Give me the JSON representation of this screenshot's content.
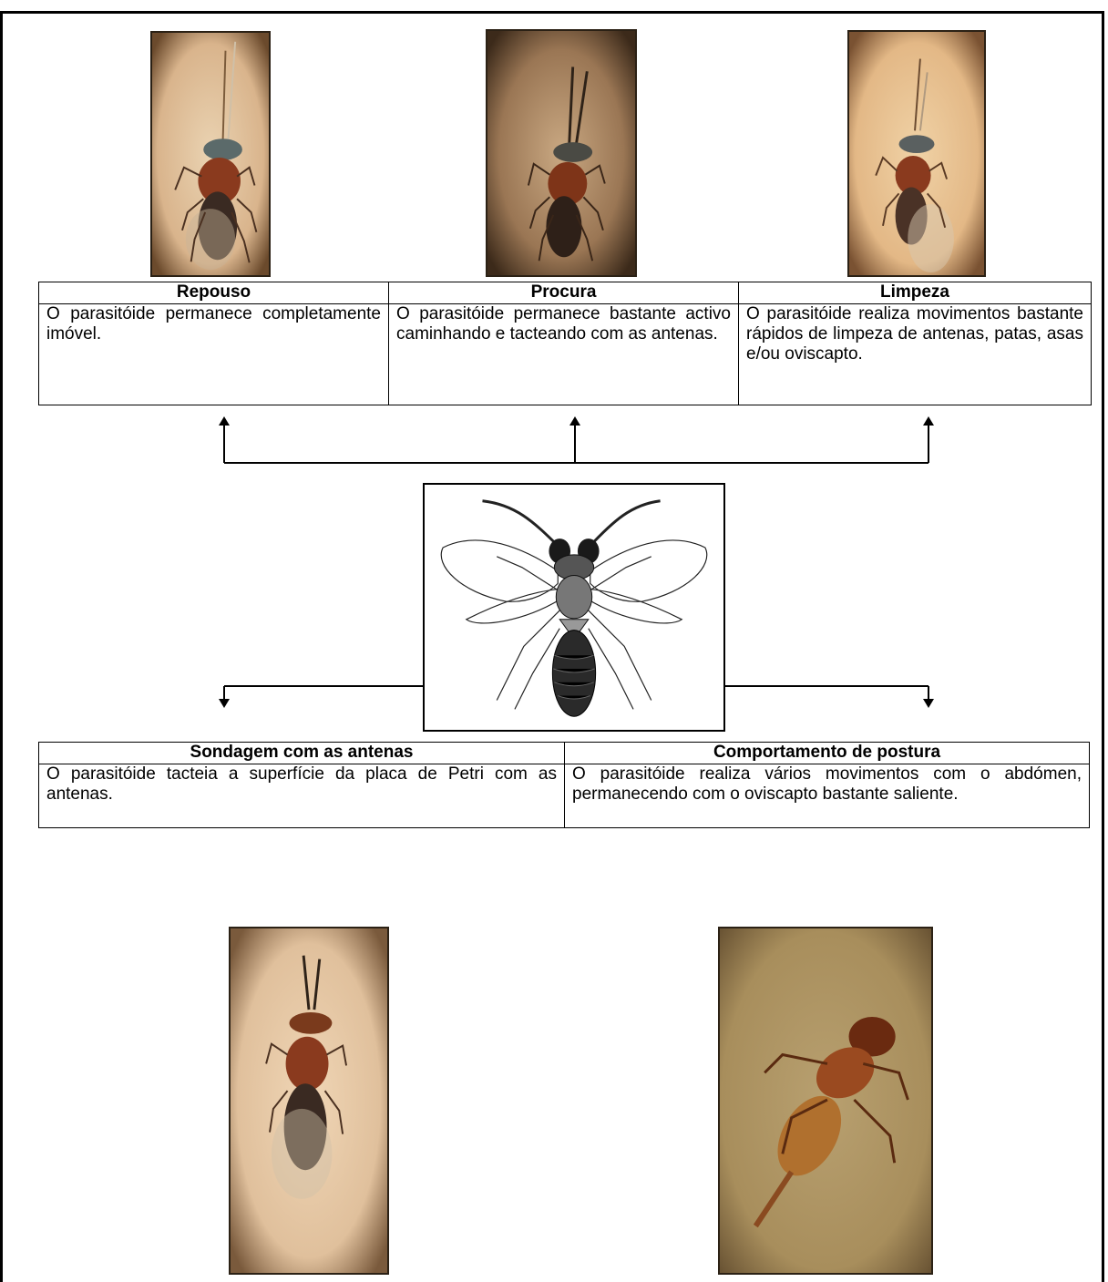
{
  "top_behaviours": [
    {
      "title": "Repouso",
      "description": "O parasitóide permanece completamente imóvel."
    },
    {
      "title": "Procura",
      "description": "O parasitóide permanece bastante activo caminhando e tacteando com as antenas."
    },
    {
      "title": "Limpeza",
      "description": "O parasitóide realiza movimentos bastante rápidos de limpeza de antenas, patas, asas e/ou oviscapto."
    }
  ],
  "bottom_behaviours": [
    {
      "title": "Sondagem com as antenas",
      "description": "O parasitóide tacteia a superfície da placa de Petri com as antenas."
    },
    {
      "title": "Comportamento de postura",
      "description": "O parasitóide realiza vários movimentos com o abdómen, permanecendo com o oviscapto bastante saliente."
    }
  ],
  "colors": {
    "photo_background": "#e8c9a3",
    "photo_vignette": "#5a4028",
    "insect_body": "#8a3a1e",
    "arrow": "#000000"
  }
}
